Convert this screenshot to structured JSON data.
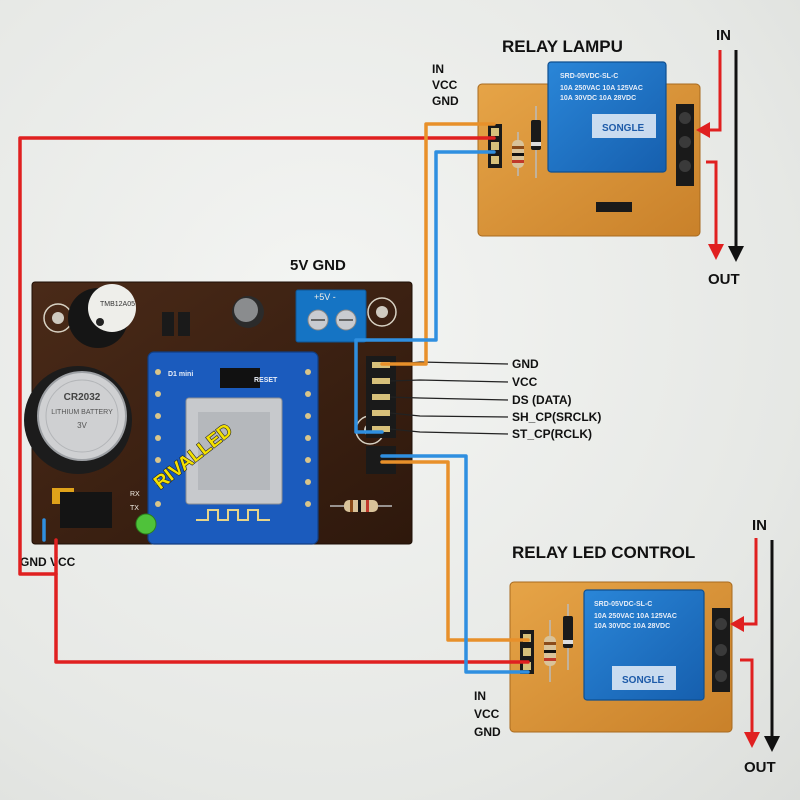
{
  "relay_lampu": {
    "title": "RELAY LAMPU",
    "pins": [
      "IN",
      "VCC",
      "GND"
    ],
    "in_label": "IN",
    "out_label": "OUT",
    "relay_model": "SRD-05VDC-SL-C",
    "relay_specs": [
      "10A 250VAC 10A 125VAC",
      "10A 30VDC 10A 28VDC"
    ],
    "relay_brand": "SONGLE"
  },
  "relay_led": {
    "title": "RELAY LED CONTROL",
    "pins": [
      "IN",
      "VCC",
      "GND"
    ],
    "in_label": "IN",
    "out_label": "OUT",
    "relay_model": "SRD-05VDC-SL-C",
    "relay_specs": [
      "10A 250VAC 10A 125VAC",
      "10A 30VDC 10A 28VDC"
    ],
    "relay_brand": "SONGLE"
  },
  "main_board": {
    "brand": "RIVALLED",
    "power_label": "5V  GND",
    "terminal_marks": "+5V  -",
    "bottom_power_label": "GND  VCC",
    "battery_lines": [
      "CR2032",
      "LITHIUM BATTERY",
      "3V"
    ],
    "buzzer_text": "TMB12A05",
    "rx_label": "RX",
    "tx_label": "TX",
    "wemos_reset": "RESET",
    "wemos_top": "D1 mini"
  },
  "header_pins": [
    "GND",
    "VCC",
    "DS  (DATA)",
    "SH_CP(SRCLK)",
    "ST_CP(RCLK)"
  ],
  "colors": {
    "wire_red": "#e02020",
    "wire_orange": "#e8902a",
    "wire_blue": "#2f8fe0",
    "pcb_brown": "#3a1f10",
    "relay_board": "#d9902e",
    "relay_blue": "#1d74c8",
    "wemos_blue": "#1b5bbd"
  }
}
